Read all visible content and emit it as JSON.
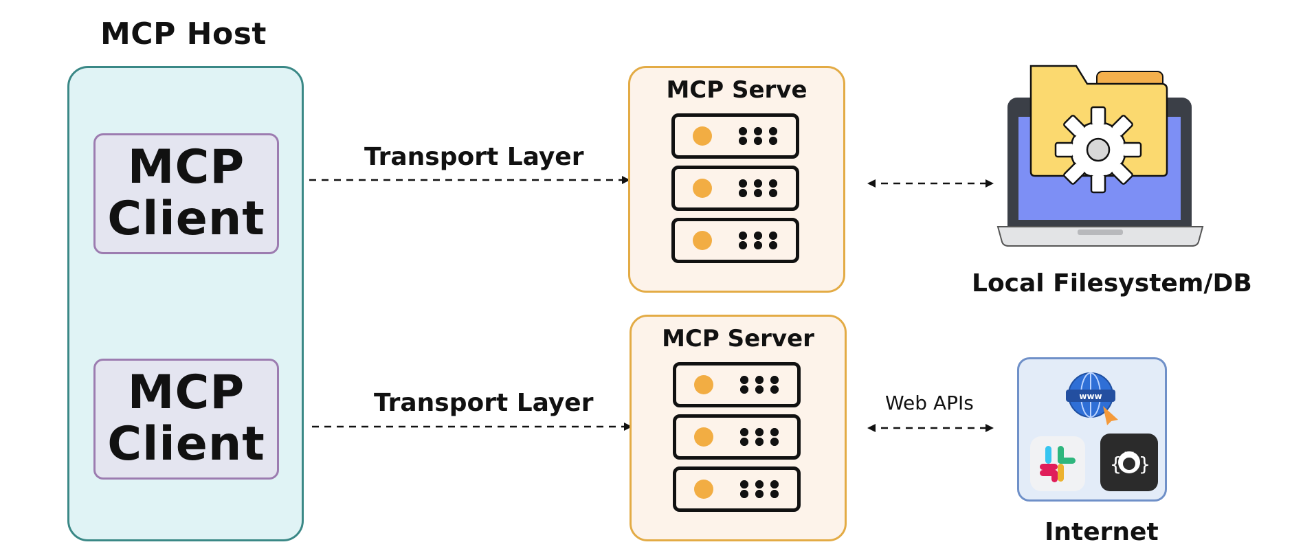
{
  "host": {
    "title": "MCP Host"
  },
  "clients": [
    {
      "line1": "MCP",
      "line2": "Client"
    },
    {
      "line1": "MCP",
      "line2": "Client"
    }
  ],
  "servers": [
    {
      "title": "MCP Serve"
    },
    {
      "title": "MCP Server"
    }
  ],
  "connections": {
    "transport_top": "Transport Layer",
    "transport_bottom": "Transport Layer",
    "web_apis": "Web APIs"
  },
  "resources": {
    "local_label": "Local Filesystem/DB",
    "internet_label": "Internet",
    "www_text": "www"
  },
  "colors": {
    "host_fill": "#e0f3f5",
    "host_border": "#3a8886",
    "client_fill": "#e4e5f0",
    "client_border": "#9c7cb0",
    "server_fill": "#fdf3ea",
    "server_border": "#e3ab45",
    "internet_border": "#6f90c8"
  }
}
